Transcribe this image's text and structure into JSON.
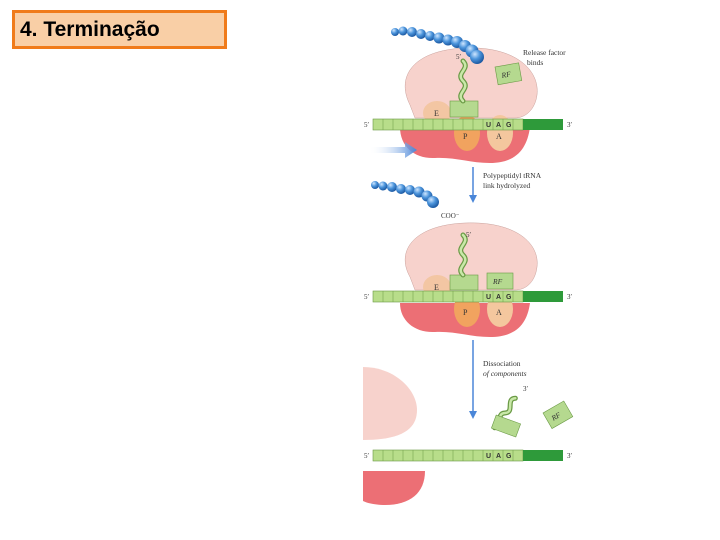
{
  "title": "4. Terminação",
  "colors": {
    "title_fill": "#f9cfa6",
    "title_border": "#f07b1a",
    "large_subunit": "#f7d2cc",
    "small_subunit": "#ec6f75",
    "mrna_light": "#b8dd8a",
    "mrna_dark": "#2e9a3a",
    "peptide": "#3d86cf",
    "arrow": "#4a86d8",
    "release_factor": "#b5d98f"
  },
  "diagram": {
    "labels": {
      "release_factor": [
        "Release factor",
        "binds"
      ],
      "hydrolysis": [
        "Polypeptidyl tRNA",
        "link hydrolyzed"
      ],
      "dissociation": [
        "Dissociation",
        "of components"
      ],
      "coo": "COO⁻",
      "rf": "RF",
      "five_prime": "5′",
      "three_prime": "3′",
      "site_e": "E",
      "site_p": "P",
      "site_a": "A",
      "codon": [
        "U",
        "A",
        "G"
      ]
    }
  }
}
